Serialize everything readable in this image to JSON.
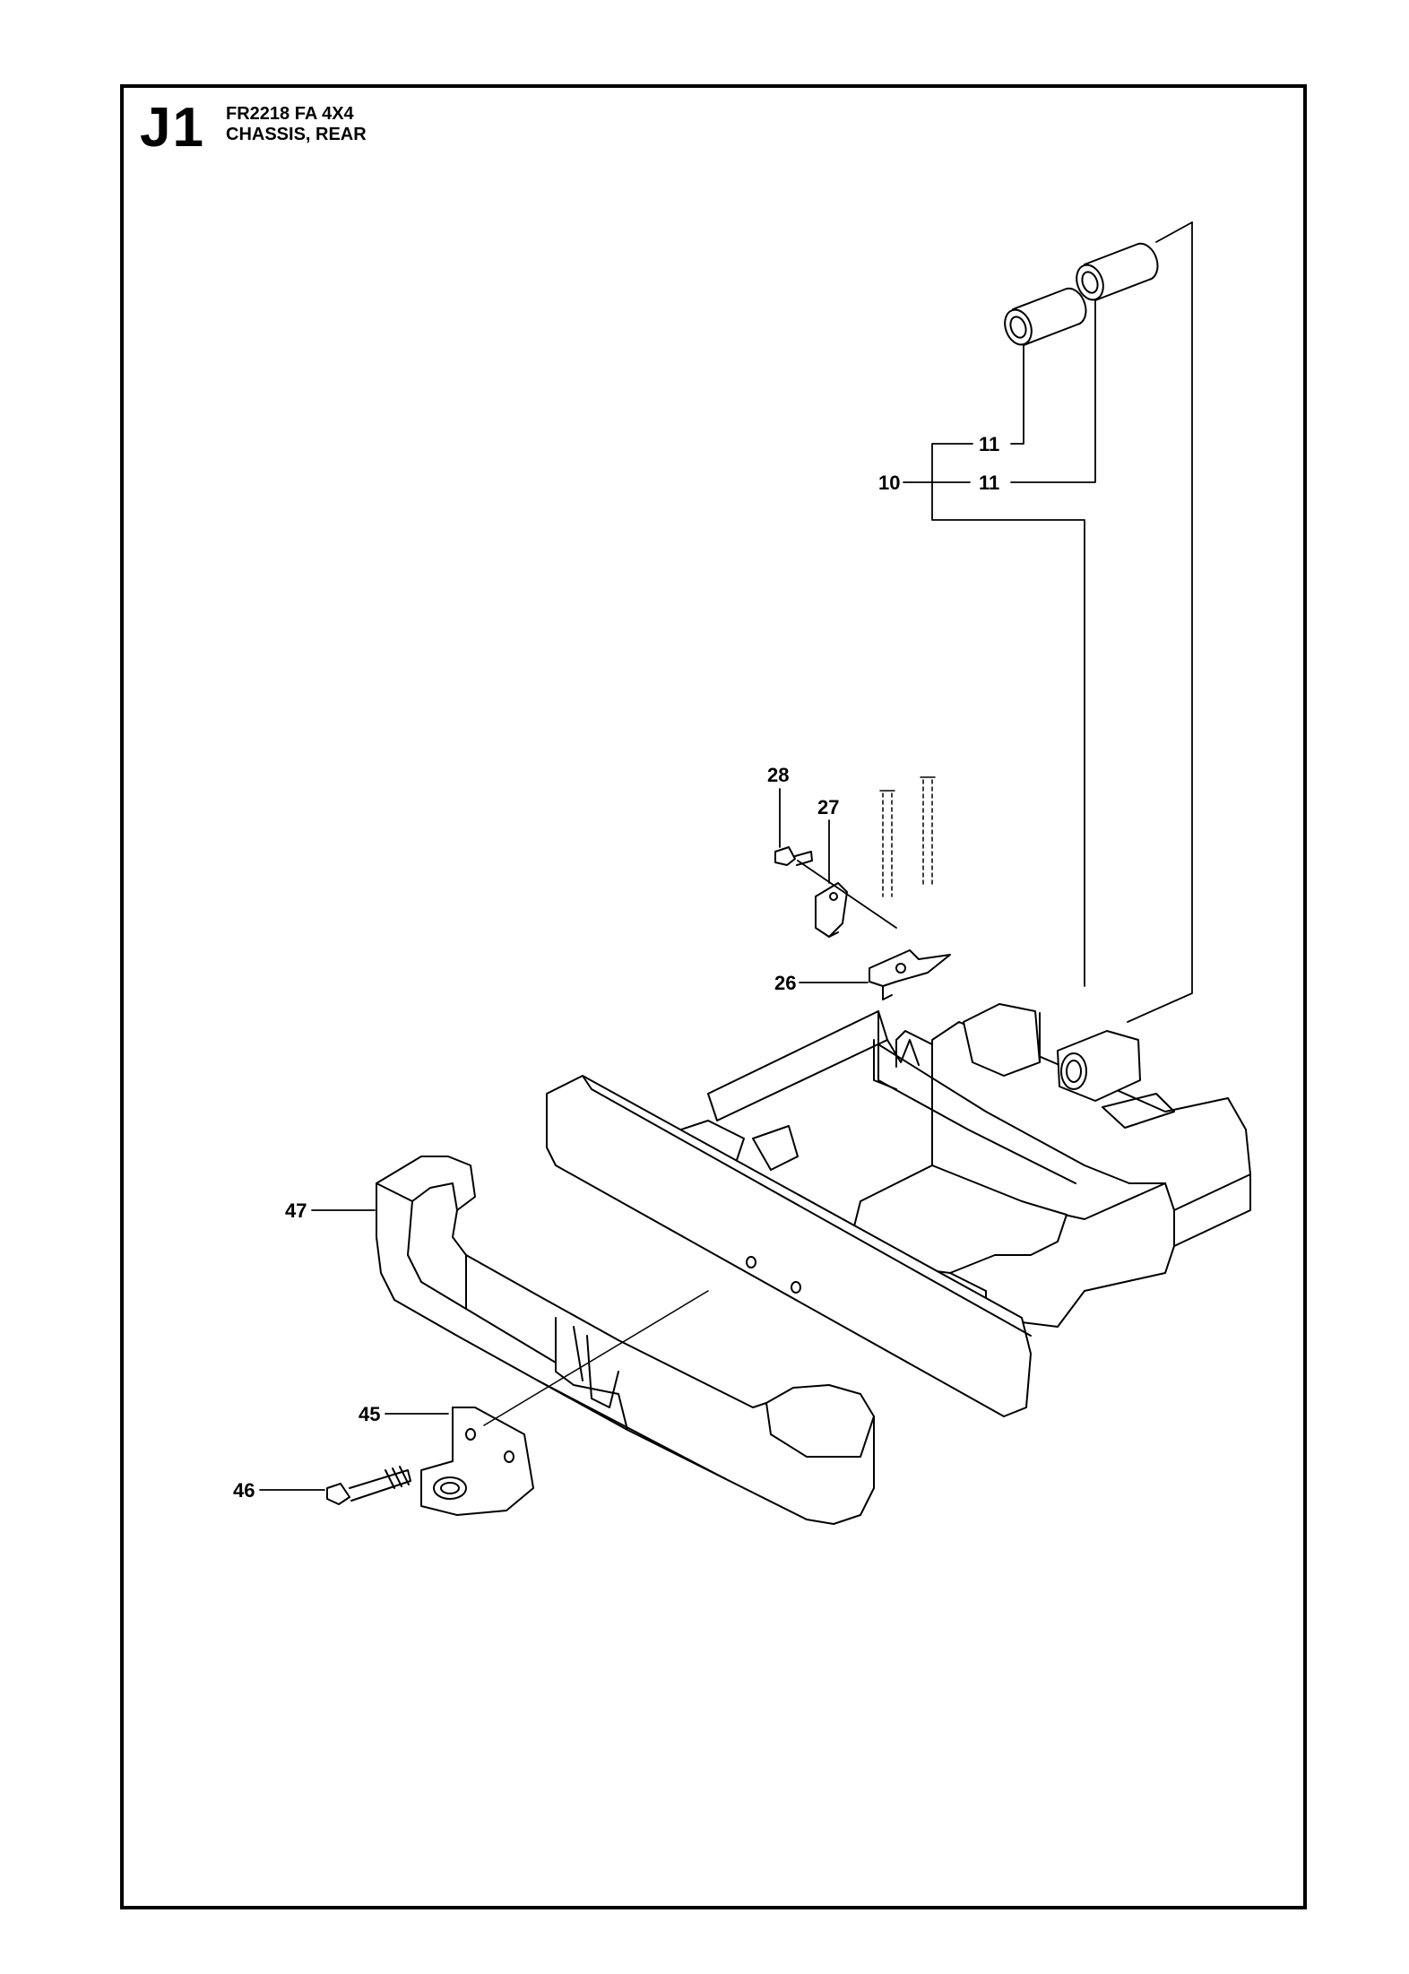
{
  "header": {
    "page_code": "J1",
    "model": "FR2218 FA 4X4",
    "section": "CHASSIS, REAR"
  },
  "callouts": {
    "c11a": "11",
    "c10": "10",
    "c11b": "11",
    "c28": "28",
    "c27": "27",
    "c26": "26",
    "c47": "47",
    "c45": "45",
    "c46": "46"
  }
}
